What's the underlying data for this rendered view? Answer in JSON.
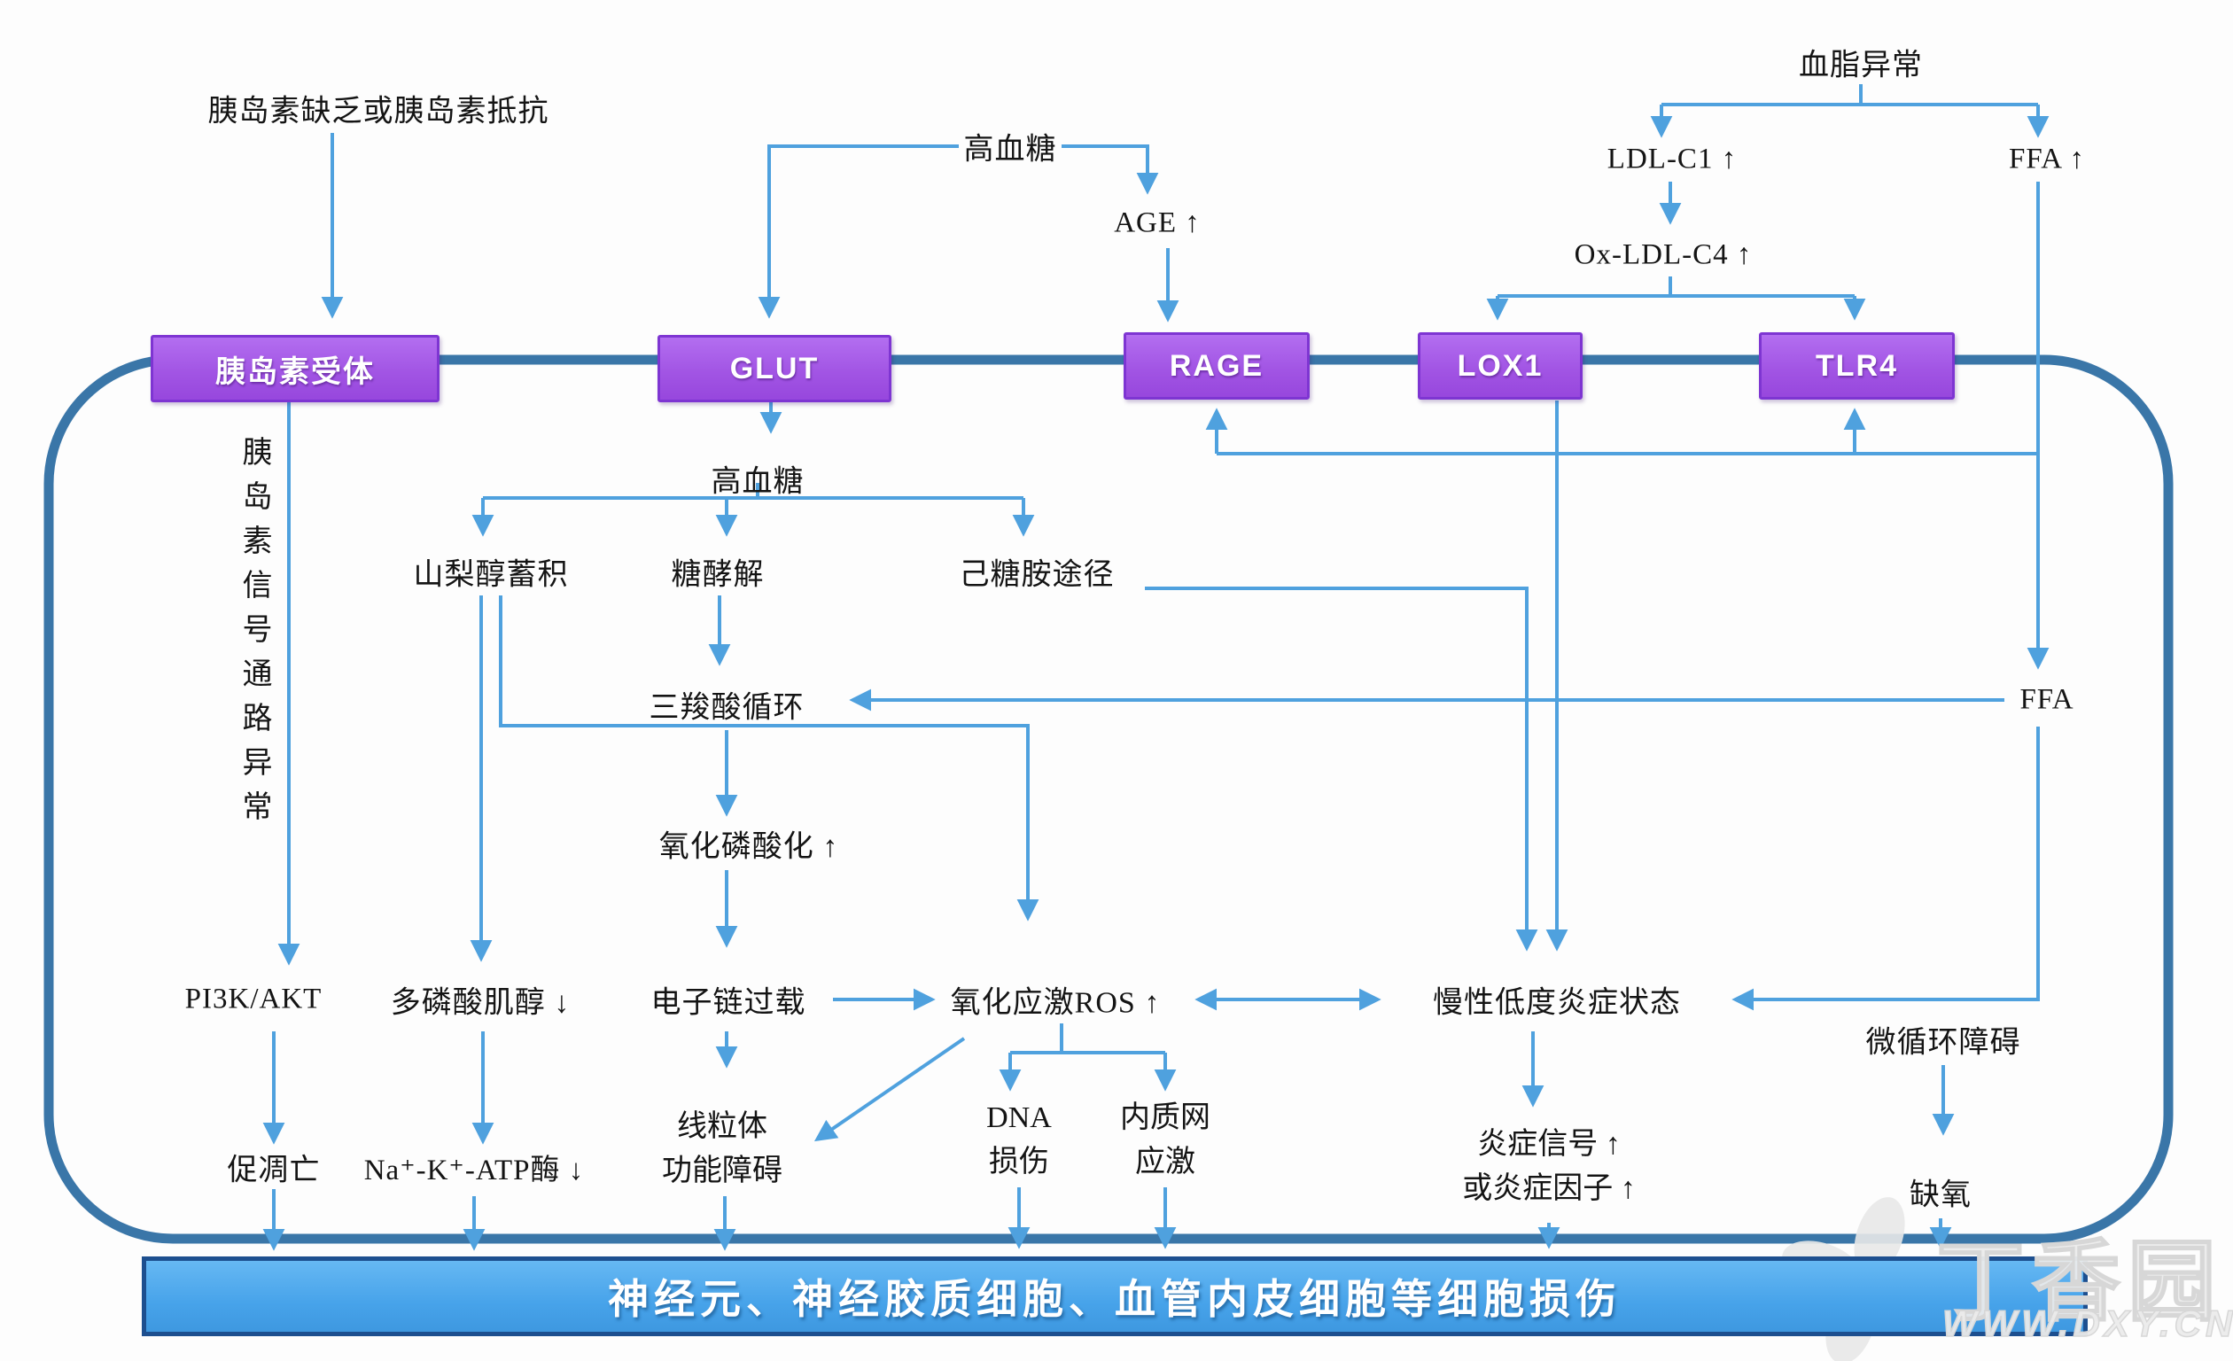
{
  "nodes": {
    "insulin_cause": "胰岛素缺乏或胰岛素抵抗",
    "hyperglycemia_top": "高血糖",
    "age": "AGE ↑",
    "dyslipidemia": "血脂异常",
    "ldl": "LDL-C1 ↑",
    "ffa_top": "FFA ↑",
    "oxldl": "Ox-LDL-C4 ↑",
    "insulin_pathway_vertical": "胰岛素信号通路异常",
    "hyperglycemia_inner": "高血糖",
    "sorbitol": "山梨醇蓄积",
    "glycolysis": "糖酵解",
    "hexosamine": "己糖胺途径",
    "tca": "三羧酸循环",
    "ffa_inner": "FFA",
    "oxphos": "氧化磷酸化 ↑",
    "pi3k": "PI3K/AKT",
    "polyphosphoinositide": "多磷酸肌醇 ↓",
    "electron_chain": "电子链过载",
    "ros": "氧化应激ROS ↑",
    "inflammation": "慢性低度炎症状态",
    "microcirculation": "微循环障碍",
    "apoptosis": "促凋亡",
    "atpase": "Na⁺-K⁺-ATP酶 ↓",
    "mito_l1": "线粒体",
    "mito_l2": "功能障碍",
    "dna_l1": "DNA",
    "dna_l2": "损伤",
    "er_l1": "内质网",
    "er_l2": "应激",
    "infl_sig_l1": "炎症信号 ↑",
    "infl_sig_l2": "或炎症因子 ↑",
    "hypoxia": "缺氧"
  },
  "receptors": {
    "insulin_receptor": "胰岛素受体",
    "glut": "GLUT",
    "rage": "RAGE",
    "lox1": "LOX1",
    "tlr4": "TLR4"
  },
  "result_bar": "神经元、神经胶质细胞、血管内皮细胞等细胞损伤",
  "watermark": {
    "name": "丁香园",
    "url": "WWW.DXY.CN"
  },
  "colors": {
    "arrow_blue": "#4fa1de",
    "membrane_blue": "#3a76a8",
    "receptor_fill": "#a255e4",
    "receptor_border": "#7e35d2",
    "bar_fill": "#47a3ea",
    "bar_border": "#1d4f8f",
    "text": "#141414"
  }
}
